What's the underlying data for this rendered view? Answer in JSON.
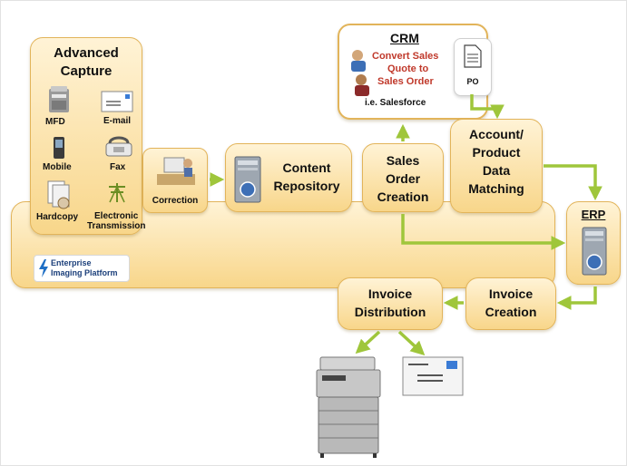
{
  "advanced_capture": {
    "title_line1": "Advanced",
    "title_line2": "Capture",
    "sources": {
      "mfd": "MFD",
      "email": "E-mail",
      "mobile": "Mobile",
      "fax": "Fax",
      "hardcopy": "Hardcopy",
      "electronic_line1": "Electronic",
      "electronic_line2": "Transmission"
    }
  },
  "correction": {
    "label": "Correction"
  },
  "content_repository": {
    "line1": "Content",
    "line2": "Repository"
  },
  "sales_order": {
    "line1": "Sales",
    "line2": "Order",
    "line3": "Creation"
  },
  "crm": {
    "title": "CRM",
    "line1": "Convert Sales",
    "line2": "Quote to",
    "line3": "Sales Order",
    "example": "i.e. Salesforce",
    "po_label": "PO"
  },
  "account_matching": {
    "line1": "Account/",
    "line2": "Product",
    "line3": "Data",
    "line4": "Matching"
  },
  "erp": {
    "title": "ERP"
  },
  "platform": {
    "line1": "Enterprise",
    "line2": "Imaging Platform"
  },
  "invoice_creation": {
    "line1": "Invoice",
    "line2": "Creation"
  },
  "invoice_distribution": {
    "line1": "Invoice",
    "line2": "Distribution"
  },
  "colors": {
    "box_fill_top": "#fff3d6",
    "box_fill_bottom": "#f8d68a",
    "box_border": "#e2b45a",
    "arrow": "#9fc63b",
    "crm_text": "#c0392b"
  }
}
